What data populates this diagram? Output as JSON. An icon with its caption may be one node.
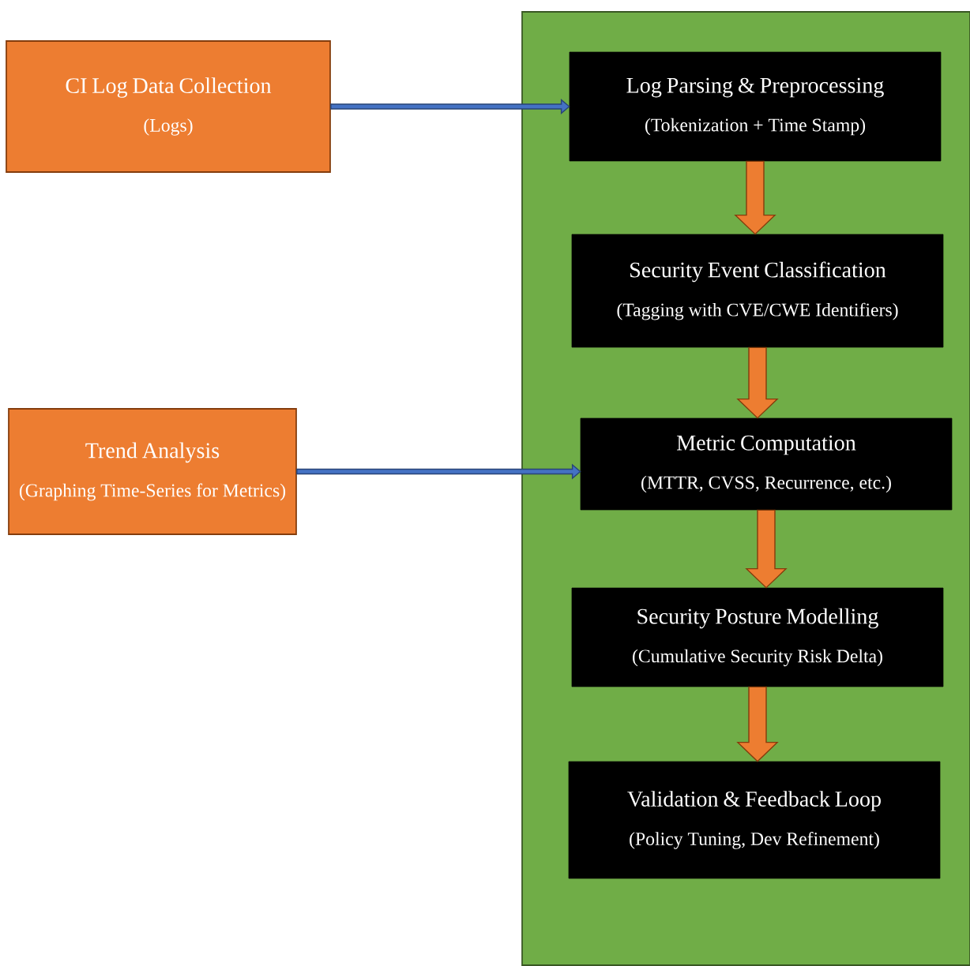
{
  "diagram": {
    "nodes": [
      {
        "text": [
          "CI Log Data Collection",
          "(Logs)"
        ]
      },
      {
        "text": [
          "Trend Analysis",
          "(Graphing Time-Series for Metrics)"
        ]
      },
      {
        "text": [],
        "shape": "box"
      },
      {
        "text": [
          "Log Parsing & Preprocessing",
          "(Tokenization + Time Stamp)"
        ],
        "in": 2
      },
      {
        "text": [
          "Security Event Classification",
          "(Tagging with CVE/CWE Identifiers)"
        ],
        "in": 2
      },
      {
        "text": [
          "Metric Computation",
          "(MTTR, CVSS, Recurrence, etc.)"
        ],
        "in": 2
      },
      {
        "text": [
          "Security Posture Modelling",
          "(Cumulative Security Risk Delta)"
        ],
        "in": 2
      },
      {
        "text": [
          "Validation & Feedback Loop",
          "(Policy Tuning, Dev Refinement)"
        ],
        "in": 2
      }
    ],
    "edges": [
      {
        "from": 0,
        "to": 3,
        "arrow": "to",
        "color": "#4472c4"
      },
      {
        "from": 1,
        "to": 5,
        "arrow": "to",
        "color": "#4472c4"
      },
      {
        "from": 3,
        "to": 4,
        "arrow": "to"
      },
      {
        "from": 4,
        "to": 5,
        "arrow": "to"
      },
      {
        "from": 5,
        "to": 6,
        "arrow": "to"
      },
      {
        "from": 6,
        "to": 7,
        "arrow": "to"
      }
    ]
  }
}
